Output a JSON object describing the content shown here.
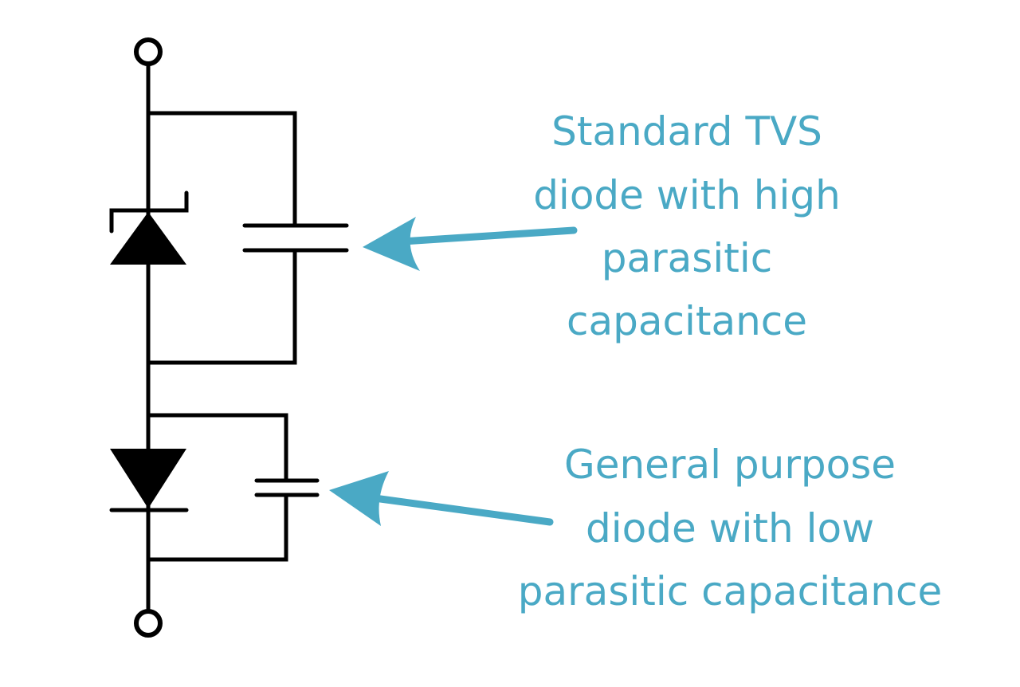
{
  "colors": {
    "wire": "#000000",
    "accent": "#4aa9c5",
    "background": "#ffffff"
  },
  "labels": {
    "tvs": [
      "Standard TVS",
      "diode with high",
      "parasitic",
      "capacitance"
    ],
    "general": [
      "General purpose",
      "diode with low",
      "parasitic capacitance"
    ]
  }
}
